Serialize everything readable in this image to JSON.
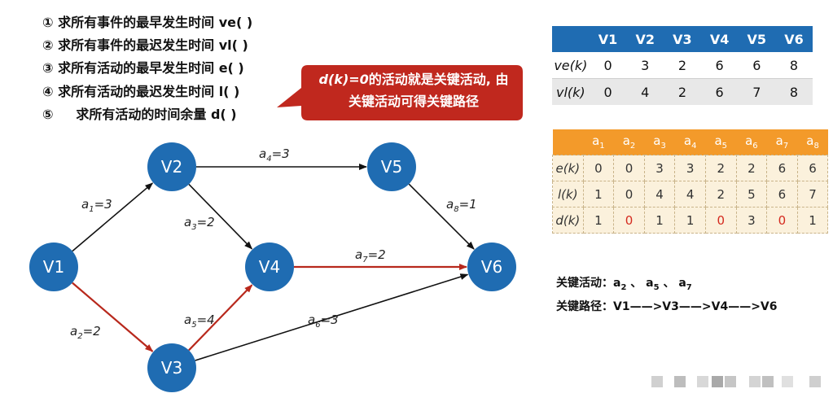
{
  "steps": [
    "① 求所有事件的最早发生时间 ve( )",
    "② 求所有事件的最迟发生时间 vl( )",
    "③ 求所有活动的最早发生时间 e( )",
    "④ 求所有活动的最迟发生时间 l( )",
    "⑤     求所有活动的时间余量 d( )"
  ],
  "callout": {
    "line1_em": "d(k)=0",
    "line1": "的活动就是关键活动, 由",
    "line2": "关键活动可得关键路径",
    "color": "#c0281e"
  },
  "graph": {
    "nodes": [
      {
        "id": "v1",
        "label": "V1"
      },
      {
        "id": "v2",
        "label": "V2"
      },
      {
        "id": "v3",
        "label": "V3"
      },
      {
        "id": "v4",
        "label": "V4"
      },
      {
        "id": "v5",
        "label": "V5"
      },
      {
        "id": "v6",
        "label": "V6"
      }
    ],
    "edges": [
      {
        "id": "a1",
        "label_base": "a",
        "label_sub": "1",
        "label_val": "=3",
        "from": "v1",
        "to": "v2",
        "critical": false
      },
      {
        "id": "a2",
        "label_base": "a",
        "label_sub": "2",
        "label_val": "=2",
        "from": "v1",
        "to": "v3",
        "critical": true
      },
      {
        "id": "a3",
        "label_base": "a",
        "label_sub": "3",
        "label_val": "=2",
        "from": "v2",
        "to": "v4",
        "critical": false
      },
      {
        "id": "a4",
        "label_base": "a",
        "label_sub": "4",
        "label_val": "=3",
        "from": "v2",
        "to": "v5",
        "critical": false
      },
      {
        "id": "a5",
        "label_base": "a",
        "label_sub": "5",
        "label_val": "=4",
        "from": "v3",
        "to": "v4",
        "critical": true
      },
      {
        "id": "a6",
        "label_base": "a",
        "label_sub": "6",
        "label_val": "=3",
        "from": "v3",
        "to": "v6",
        "critical": false
      },
      {
        "id": "a7",
        "label_base": "a",
        "label_sub": "7",
        "label_val": "=2",
        "from": "v4",
        "to": "v6",
        "critical": true
      },
      {
        "id": "a8",
        "label_base": "a",
        "label_sub": "8",
        "label_val": "=1",
        "from": "v5",
        "to": "v6",
        "critical": false
      }
    ],
    "node_color": "#1f6cb2",
    "critical_color": "#b8281c"
  },
  "event_table": {
    "headers": [
      "V1",
      "V2",
      "V3",
      "V4",
      "V5",
      "V6"
    ],
    "rows": [
      {
        "label": "ve(k)",
        "values": [
          "0",
          "3",
          "2",
          "6",
          "6",
          "8"
        ]
      },
      {
        "label": "vl(k)",
        "values": [
          "0",
          "4",
          "2",
          "6",
          "7",
          "8"
        ]
      }
    ]
  },
  "activity_table": {
    "headers": [
      {
        "base": "a",
        "sub": "1"
      },
      {
        "base": "a",
        "sub": "2"
      },
      {
        "base": "a",
        "sub": "3"
      },
      {
        "base": "a",
        "sub": "4"
      },
      {
        "base": "a",
        "sub": "5"
      },
      {
        "base": "a",
        "sub": "6"
      },
      {
        "base": "a",
        "sub": "7"
      },
      {
        "base": "a",
        "sub": "8"
      }
    ],
    "rows": [
      {
        "label": "e(k)",
        "values": [
          "0",
          "0",
          "3",
          "3",
          "2",
          "2",
          "6",
          "6"
        ]
      },
      {
        "label": "l(k)",
        "values": [
          "1",
          "0",
          "4",
          "4",
          "2",
          "5",
          "6",
          "7"
        ]
      },
      {
        "label": "d(k)",
        "values": [
          "1",
          "0",
          "1",
          "1",
          "0",
          "3",
          "0",
          "1"
        ]
      }
    ]
  },
  "summary": {
    "activities_label": "关键活动：",
    "activities": [
      {
        "base": "a",
        "sub": "2"
      },
      {
        "base": "a",
        "sub": "5"
      },
      {
        "base": "a",
        "sub": "7"
      }
    ],
    "separator": "、",
    "path_label": "关键路径：",
    "path": "V1——>V3——>V4——>V6"
  }
}
